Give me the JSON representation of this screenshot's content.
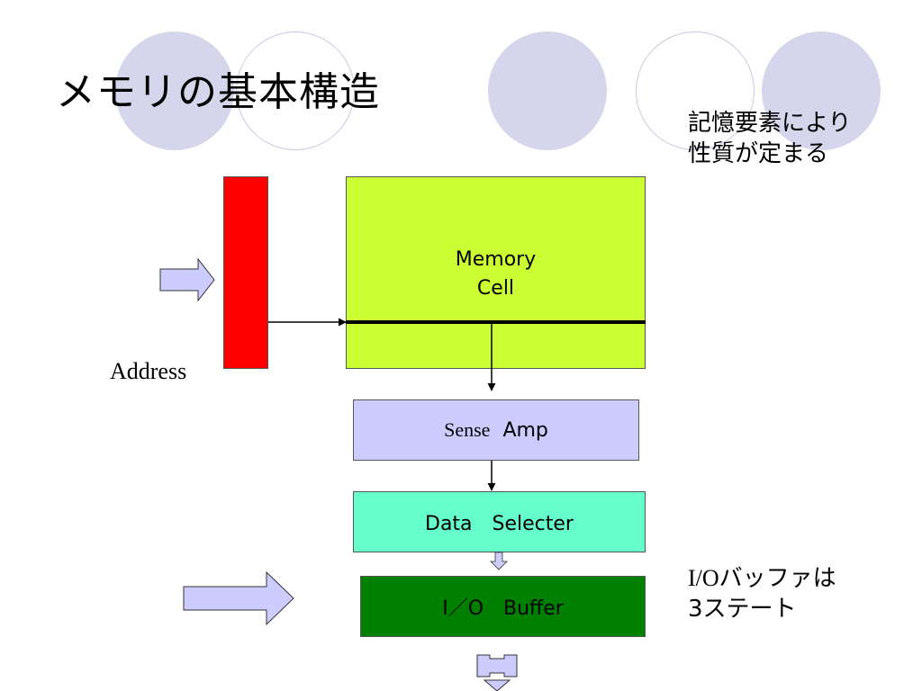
{
  "title": "メモリの基本構造",
  "note_top": {
    "line1": "記憶要素により",
    "line2": "性質が定まる"
  },
  "note_bottom": {
    "line1_prefix": "I/O",
    "line1_suffix": "バッファは",
    "line2": "3ステート"
  },
  "blocks": {
    "memory_cell": {
      "line1": "Memory",
      "line2": "Cell"
    },
    "sense_amp": {
      "word1": "Sense",
      "word2": "Amp"
    },
    "data_selector": "Data　Selecter",
    "io_buffer": "I／O　Buffer"
  },
  "address_label": "Address",
  "colors": {
    "decor_circle": "#d5d5ec",
    "address_decoder": "#ff0000",
    "memory_cell": "#ccff33",
    "sense_amp": "#ccccff",
    "data_selector": "#66ffcc",
    "io_buffer": "#008000",
    "arrow_fill": "#ccccff"
  }
}
